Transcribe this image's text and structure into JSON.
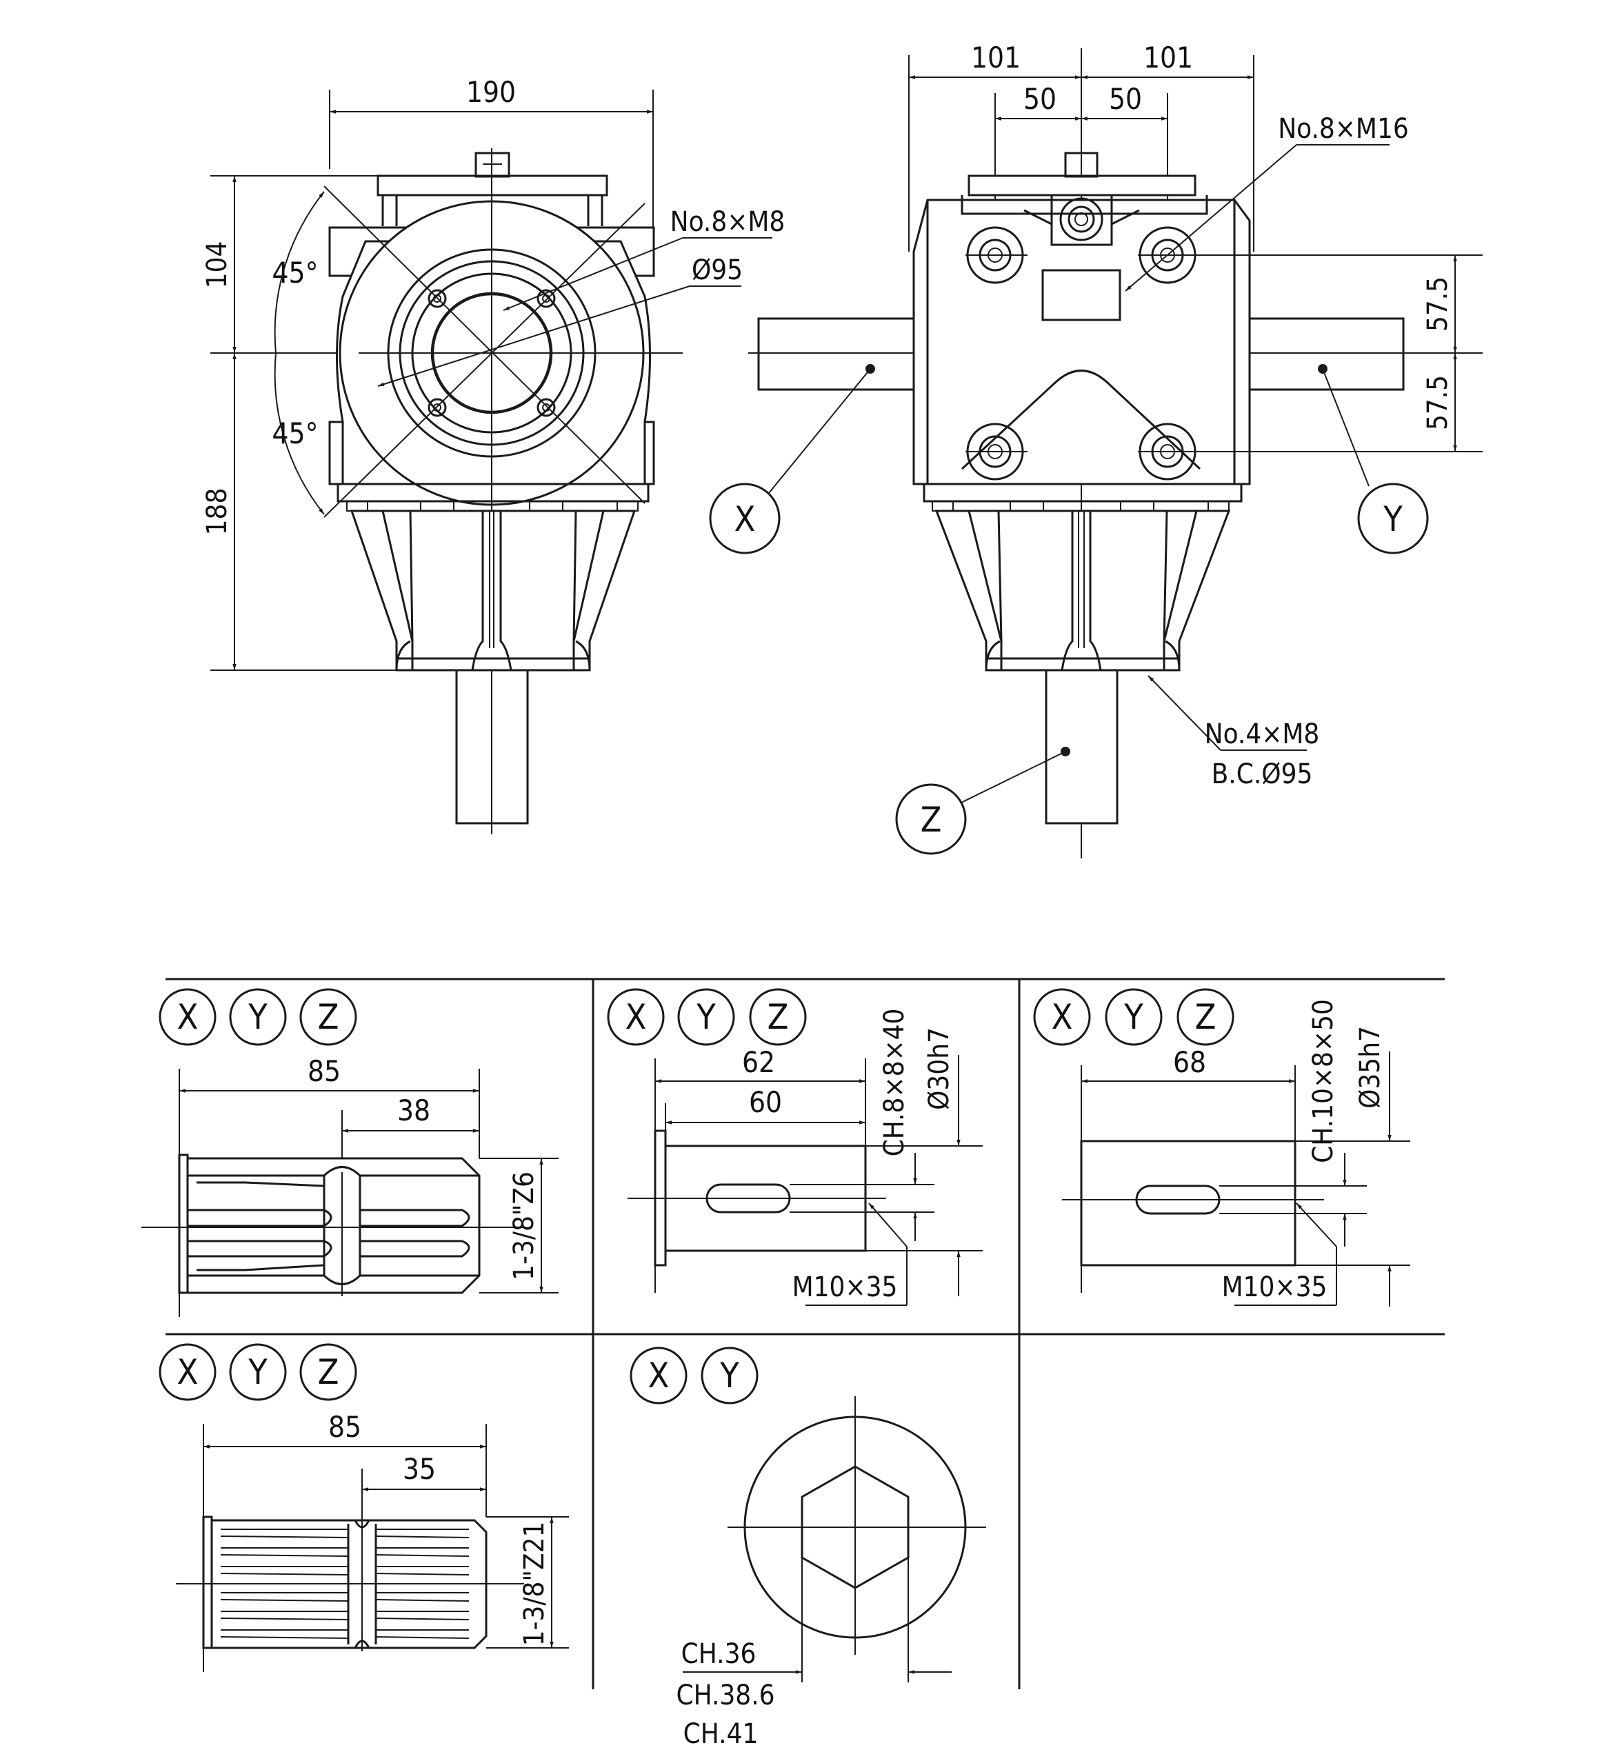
{
  "front_view": {
    "dim_width": "190",
    "dim_upper_height": "104",
    "dim_lower_height": "188",
    "angle_upper": "45°",
    "angle_lower": "45°",
    "bolt_callout": "No.8×M8",
    "diameter_callout": "Ø95"
  },
  "side_view": {
    "dim_left_outer": "101",
    "dim_right_outer": "101",
    "dim_left_inner": "50",
    "dim_right_inner": "50",
    "bolt_callout": "No.8×M16",
    "dim_upper_offset": "57.5",
    "dim_lower_offset": "57.5",
    "bottom_bolt_callout": "No.4×M8",
    "bottom_bc_callout": "B.C.Ø95",
    "shaft_x": "X",
    "shaft_y": "Y",
    "shaft_z": "Z"
  },
  "details": {
    "spline_z6": {
      "tags": [
        "X",
        "Y",
        "Z"
      ],
      "dim_length": "85",
      "dim_spline": "38",
      "spec": "1-3/8\"Z6"
    },
    "keyed_30": {
      "tags": [
        "X",
        "Y",
        "Z"
      ],
      "dim_length": "62",
      "dim_key": "60",
      "key_spec": "CH.8×8×40",
      "diameter": "Ø30h7",
      "thread": "M10×35"
    },
    "keyed_35": {
      "tags": [
        "X",
        "Y",
        "Z"
      ],
      "dim_length": "68",
      "key_spec": "CH.10×8×50",
      "diameter": "Ø35h7",
      "thread": "M10×35"
    },
    "spline_z21": {
      "tags": [
        "X",
        "Y",
        "Z"
      ],
      "dim_length": "85",
      "dim_spline": "35",
      "spec": "1-3/8\"Z21"
    },
    "hex_bore": {
      "tags": [
        "X",
        "Y"
      ],
      "sizes": [
        "CH.36",
        "CH.38.6",
        "CH.41"
      ]
    }
  }
}
